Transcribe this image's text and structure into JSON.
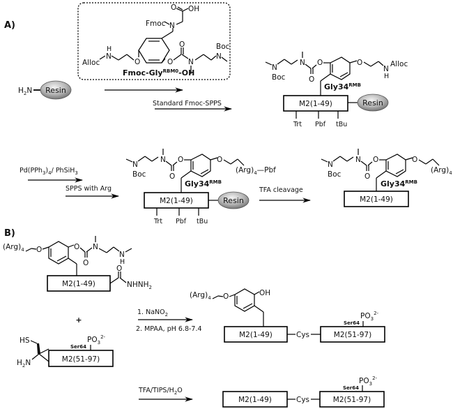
{
  "panels": {
    "a": {
      "label": "A)"
    },
    "b": {
      "label": "B)"
    }
  },
  "reagents": {
    "building_block_name": "Fmoc-Gly",
    "building_block_sup": "RBM0",
    "building_block_suffix": "-OH",
    "step1_conditions": "Standard Fmoc-SPPS",
    "step2_top": "Pd(PPh3)4/ PhSiH3",
    "step2_bottom": "SPPS  with Arg",
    "step3": "TFA cleavage",
    "ligation_1": "1. NaNO2",
    "ligation_2": "2. MPAA, pH 6.8-7.4",
    "final_deprotection": "TFA/TIPS/H2O"
  },
  "labels": {
    "resin": "Resin",
    "h2n": "H2N",
    "fmoc": "Fmoc",
    "alloc": "Alloc",
    "boc": "Boc",
    "oh": "OH",
    "o": "O",
    "n": "N",
    "h": "H",
    "gly34": "Gly34",
    "gly34_sup": "RMB",
    "m2_n": "M2(1-49)",
    "m2_c": "M2(51-97)",
    "trt": "Trt",
    "pbf": "Pbf",
    "tbu": "tBu",
    "arg4": "(Arg)4",
    "arg4_pbf": "(Arg)4—Pbf",
    "nhnh2": "NHNH2",
    "hs": "HS",
    "ser64": "Ser64",
    "po3": "PO3 2-",
    "cys": "Cys",
    "plus": "+"
  }
}
